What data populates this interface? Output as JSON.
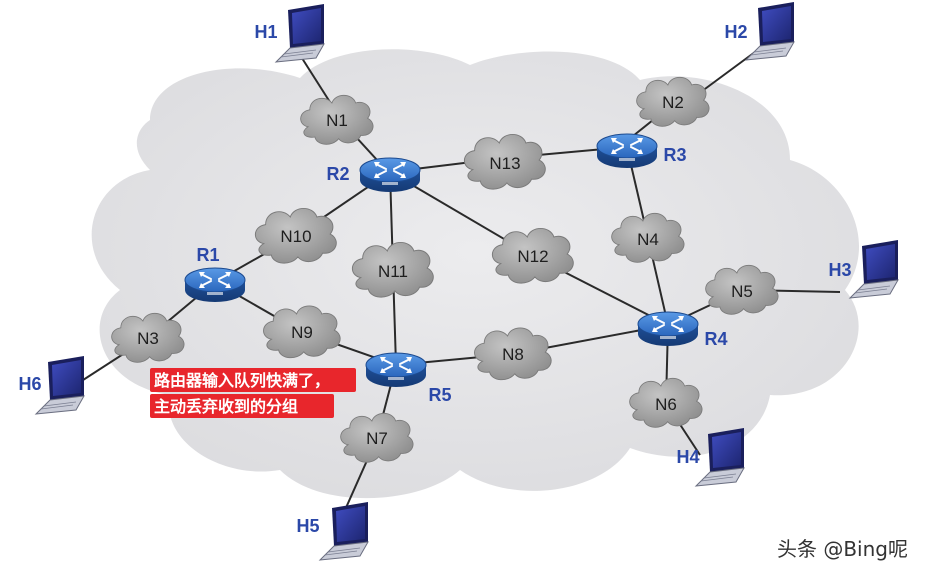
{
  "hosts": {
    "h1": {
      "label": "H1"
    },
    "h2": {
      "label": "H2"
    },
    "h3": {
      "label": "H3"
    },
    "h4": {
      "label": "H4"
    },
    "h5": {
      "label": "H5"
    },
    "h6": {
      "label": "H6"
    }
  },
  "routers": {
    "r1": {
      "label": "R1"
    },
    "r2": {
      "label": "R2"
    },
    "r3": {
      "label": "R3"
    },
    "r4": {
      "label": "R4"
    },
    "r5": {
      "label": "R5"
    }
  },
  "networks": {
    "n1": {
      "label": "N1"
    },
    "n2": {
      "label": "N2"
    },
    "n3": {
      "label": "N3"
    },
    "n4": {
      "label": "N4"
    },
    "n5": {
      "label": "N5"
    },
    "n6": {
      "label": "N6"
    },
    "n7": {
      "label": "N7"
    },
    "n8": {
      "label": "N8"
    },
    "n9": {
      "label": "N9"
    },
    "n10": {
      "label": "N10"
    },
    "n11": {
      "label": "N11"
    },
    "n12": {
      "label": "N12"
    },
    "n13": {
      "label": "N13"
    }
  },
  "annotation": {
    "line1": "路由器输入队列快满了，",
    "line2": "主动丢弃收到的分组"
  },
  "watermark": "头条 @Bing呢",
  "colors": {
    "cloud_bg": "#e4e4e6",
    "net_cloud": "#a6a6a6",
    "router": "#2e6fc4",
    "link": "#2a2a2a",
    "label_blue": "#2b48a8",
    "annotation_bg": "#e8262c"
  }
}
